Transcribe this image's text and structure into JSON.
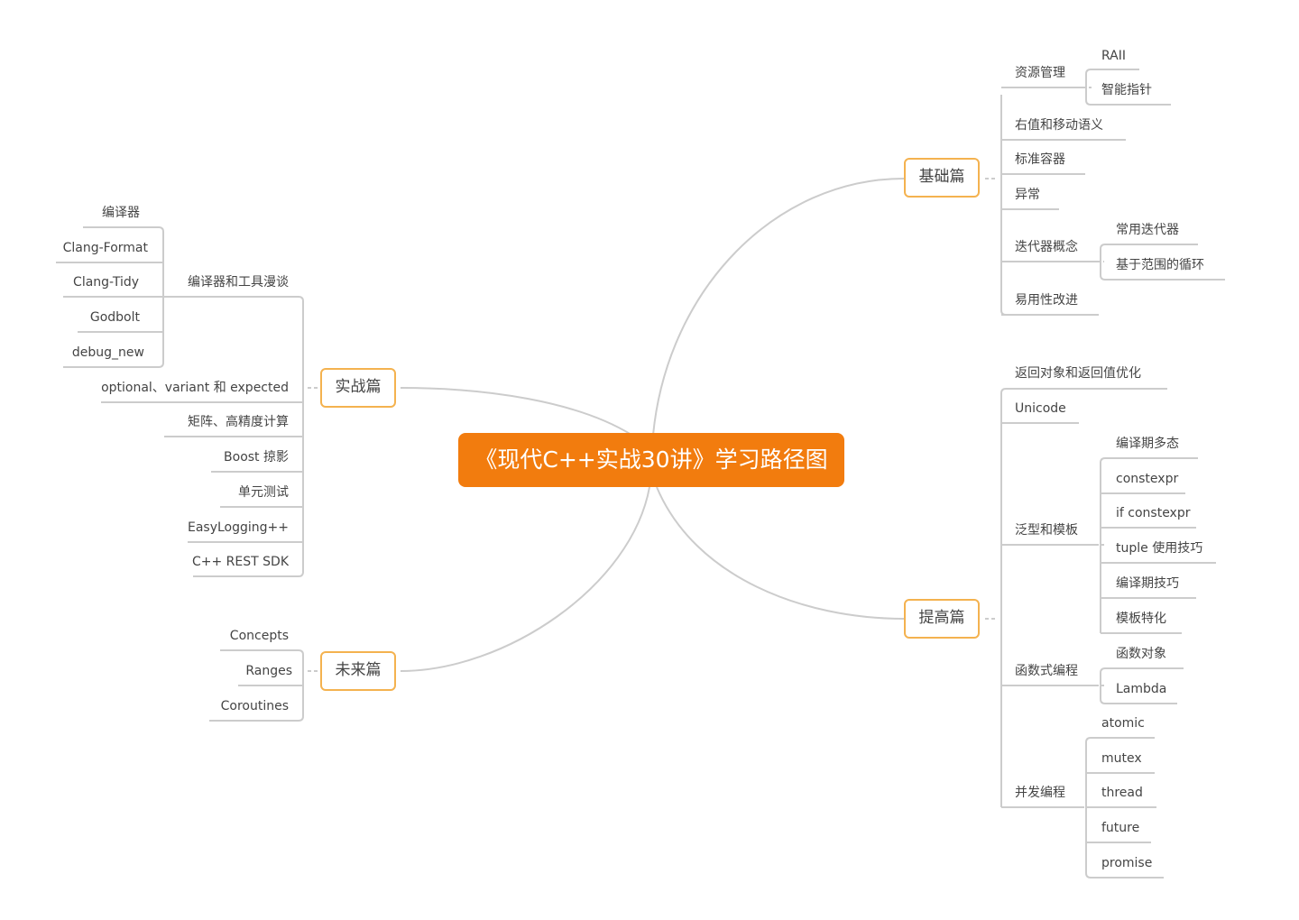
{
  "root": {
    "title": "《现代C++实战30讲》学习路径图"
  },
  "branches": {
    "jichu": {
      "label": "基础篇",
      "items": {
        "ziyuan": {
          "label": "资源管理",
          "children": [
            "RAII",
            "智能指针"
          ]
        },
        "youzhi": {
          "label": "右值和移动语义"
        },
        "biaozhun": {
          "label": "标准容器"
        },
        "yichang": {
          "label": "异常"
        },
        "diedai": {
          "label": "迭代器概念",
          "children": [
            "常用迭代器",
            "基于范围的循环"
          ]
        },
        "yiyong": {
          "label": "易用性改进"
        }
      }
    },
    "tigao": {
      "label": "提高篇",
      "items": {
        "fanhui": {
          "label": "返回对象和返回值优化"
        },
        "unicode": {
          "label": "Unicode"
        },
        "fanxing": {
          "label": "泛型和模板",
          "children": [
            "编译期多态",
            "constexpr",
            "if constexpr",
            "tuple 使用技巧",
            "编译期技巧",
            "模板特化"
          ]
        },
        "hanshu": {
          "label": "函数式编程",
          "children": [
            "函数对象",
            "Lambda"
          ]
        },
        "bingfa": {
          "label": "并发编程",
          "children": [
            "atomic",
            "mutex",
            "thread",
            "future",
            "promise"
          ]
        }
      }
    },
    "shizhan": {
      "label": "实战篇",
      "items": {
        "bianyiqi": {
          "label": "编译器和工具漫谈",
          "children": [
            "编译器",
            "Clang-Format",
            "Clang-Tidy",
            "Godbolt",
            "debug_new"
          ]
        },
        "optional": {
          "label": "optional、variant 和 expected"
        },
        "juzhen": {
          "label": "矩阵、高精度计算"
        },
        "boost": {
          "label": "Boost 掠影"
        },
        "danyuan": {
          "label": "单元测试"
        },
        "easylog": {
          "label": "EasyLogging++"
        },
        "rest": {
          "label": "C++ REST SDK"
        }
      }
    },
    "weilai": {
      "label": "未来篇",
      "items": {
        "concepts": {
          "label": "Concepts"
        },
        "ranges": {
          "label": "Ranges"
        },
        "coroutines": {
          "label": "Coroutines"
        }
      }
    }
  },
  "colors": {
    "root_fill": "#f27c0e",
    "branch_border": "#f4b24f",
    "connector": "#cccccc",
    "text": "#444444"
  }
}
